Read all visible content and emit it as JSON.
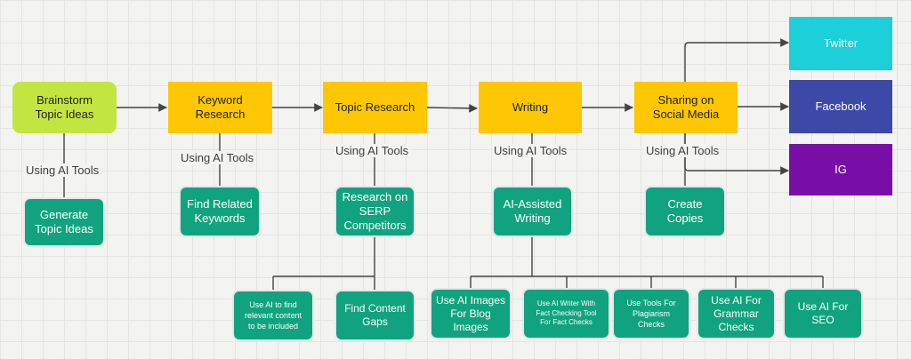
{
  "colors": {
    "start": "#c3e541",
    "step": "#fdc704",
    "sub": "#11a37f",
    "twitter": "#1ccfd8",
    "facebook": "#3d49a6",
    "ig": "#7a0fa8",
    "connector": "#444444"
  },
  "main_flow": [
    {
      "label": "Brainstorm\nTopic Ideas"
    },
    {
      "label": "Keyword\nResearch"
    },
    {
      "label": "Topic Research"
    },
    {
      "label": "Writing"
    },
    {
      "label": "Sharing on\nSocial Media"
    }
  ],
  "edge_labels": [
    "Using AI Tools",
    "Using AI Tools",
    "Using AI Tools",
    "Using AI Tools",
    "Using AI Tools"
  ],
  "sub_tasks": [
    {
      "label": "Generate\nTopic Ideas"
    },
    {
      "label": "Find Related\nKeywords"
    },
    {
      "label": "Research on\nSERP\nCompetitors"
    },
    {
      "label": "AI-Assisted\nWriting"
    },
    {
      "label": "Create\nCopies"
    }
  ],
  "research_details": [
    {
      "label": "Use AI to find\nrelevant content\nto be included"
    },
    {
      "label": "Find Content\nGaps"
    }
  ],
  "writing_details": [
    {
      "label": "Use AI Images\nFor Blog\nImages"
    },
    {
      "label": "Use AI Writer With\nFact Checking Tool\nFor Fact Checks"
    },
    {
      "label": "Use Tools For\nPlagiarism\nChecks"
    },
    {
      "label": "Use AI For\nGrammar\nChecks"
    },
    {
      "label": "Use AI For\nSEO"
    }
  ],
  "social_channels": [
    {
      "label": "Twitter"
    },
    {
      "label": "Facebook"
    },
    {
      "label": "IG"
    }
  ]
}
